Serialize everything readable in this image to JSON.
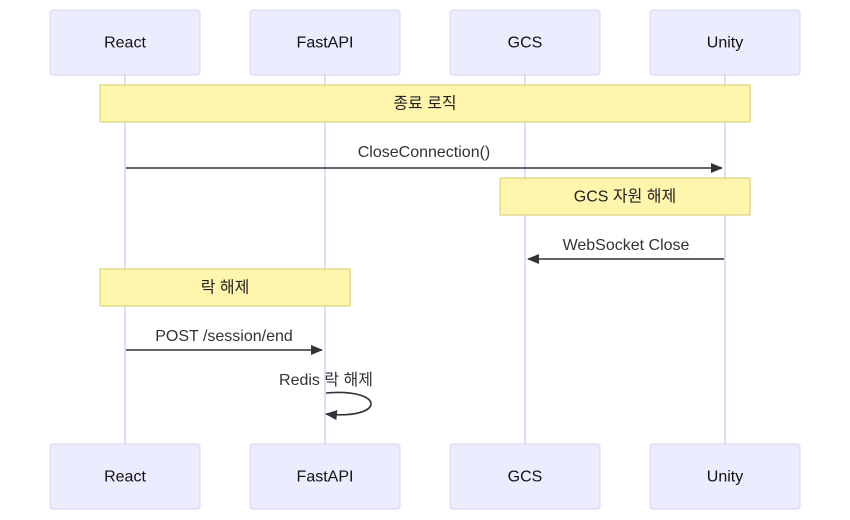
{
  "participants": [
    {
      "id": "react",
      "label": "React"
    },
    {
      "id": "fastapi",
      "label": "FastAPI"
    },
    {
      "id": "gcs",
      "label": "GCS"
    },
    {
      "id": "unity",
      "label": "Unity"
    }
  ],
  "events": [
    {
      "type": "note",
      "from": "react",
      "to": "unity",
      "text": "종료 로직"
    },
    {
      "type": "message",
      "from": "react",
      "to": "unity",
      "text": "CloseConnection()"
    },
    {
      "type": "note",
      "from": "gcs",
      "to": "unity",
      "text": "GCS 자원 해제"
    },
    {
      "type": "message",
      "from": "unity",
      "to": "gcs",
      "text": "WebSocket Close"
    },
    {
      "type": "note",
      "from": "react",
      "to": "fastapi",
      "text": "락 해제"
    },
    {
      "type": "message",
      "from": "react",
      "to": "fastapi",
      "text": "POST /session/end"
    },
    {
      "type": "self",
      "from": "fastapi",
      "to": "fastapi",
      "text": "Redis 락 해제"
    }
  ]
}
